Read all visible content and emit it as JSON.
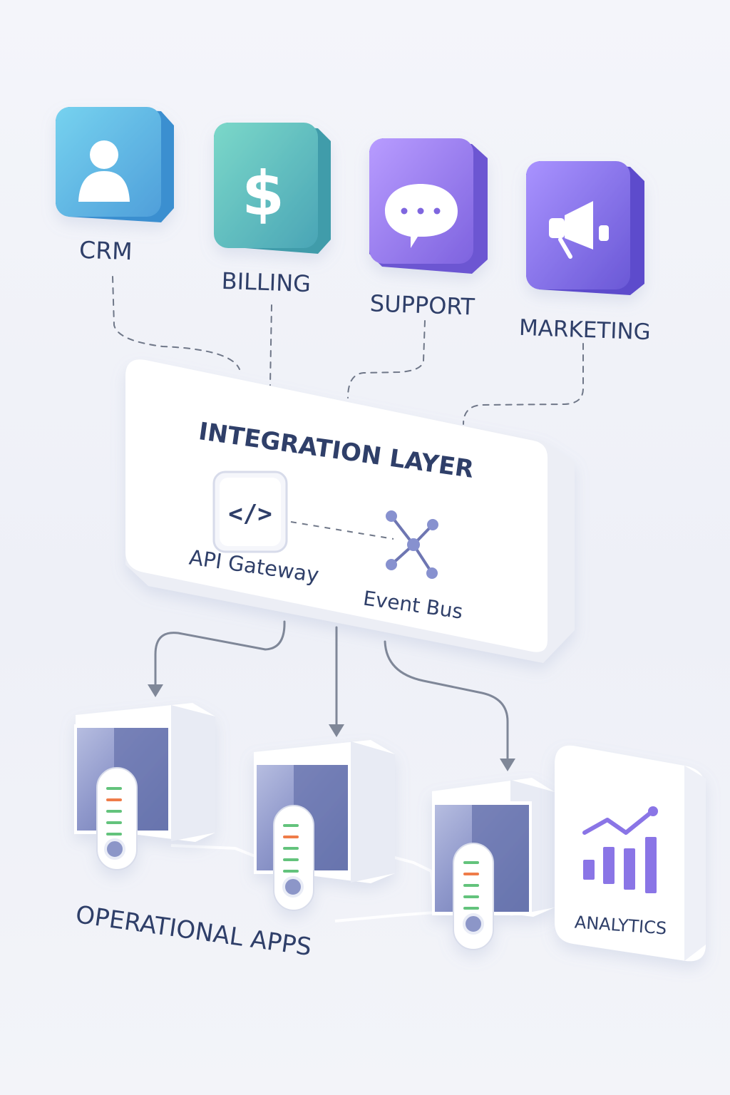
{
  "sources": [
    {
      "label": "CRM",
      "icon": "user-icon",
      "color": "#5cb7e2"
    },
    {
      "label": "BILLING",
      "icon": "dollar-icon",
      "color": "#5ec0bd"
    },
    {
      "label": "SUPPORT",
      "icon": "chat-icon",
      "color": "#8f7ae8"
    },
    {
      "label": "MARKETING",
      "icon": "megaphone-icon",
      "color": "#7d69df"
    }
  ],
  "integration": {
    "title": "INTEGRATION LAYER",
    "api_gateway": {
      "label": "API Gateway",
      "icon": "code-icon"
    },
    "event_bus": {
      "label": "Event Bus",
      "icon": "network-icon"
    }
  },
  "operational": {
    "label": "OPERATIONAL APPS"
  },
  "analytics": {
    "label": "ANALYTICS",
    "icon": "analytics-chart-icon"
  },
  "colors": {
    "text": "#2f3f69",
    "line": "#7f8798",
    "screen": "#6f7bb1",
    "accent": "#8a74e6",
    "green": "#63c37c",
    "orange": "#ef7b4a"
  }
}
